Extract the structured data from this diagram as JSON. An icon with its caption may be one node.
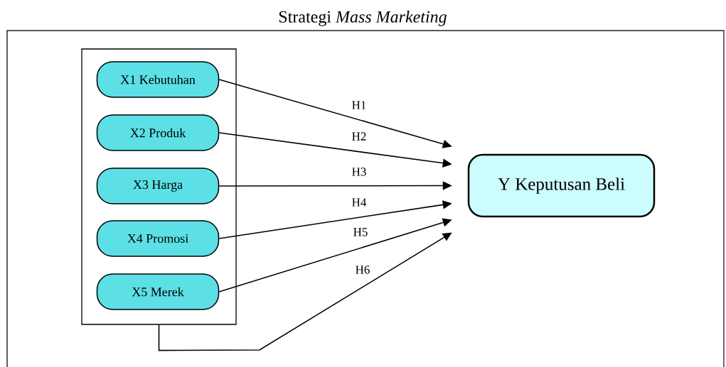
{
  "diagram": {
    "nodes": [
      {
        "text": [
          "Strategi *Mass Marketing*"
        ]
      },
      {
        "text": [],
        "shape": "box",
        "in": 0
      },
      {
        "text": [
          "X1 Kebutuhan"
        ],
        "in": 1
      },
      {
        "text": [
          "X2 Produk"
        ],
        "in": 1
      },
      {
        "text": [
          "X3 Harga"
        ],
        "in": 1
      },
      {
        "text": [
          "X4 Promosi"
        ],
        "in": 1
      },
      {
        "text": [
          "X5 Merek"
        ],
        "in": 1
      },
      {
        "text": [
          "Y Keputusan Beli"
        ],
        "in": 0
      }
    ],
    "edges": [
      {
        "from": 2,
        "to": 7,
        "arrow": "to",
        "label": "H1"
      },
      {
        "from": 3,
        "to": 7,
        "arrow": "to",
        "label": "H2"
      },
      {
        "from": 4,
        "to": 7,
        "arrow": "to",
        "label": "H3"
      },
      {
        "from": 5,
        "to": 7,
        "arrow": "to",
        "label": "H4"
      },
      {
        "from": 6,
        "to": 7,
        "arrow": "to",
        "label": "H5"
      },
      {
        "from": 1,
        "to": 7,
        "arrow": "to",
        "label": "H6"
      }
    ]
  }
}
